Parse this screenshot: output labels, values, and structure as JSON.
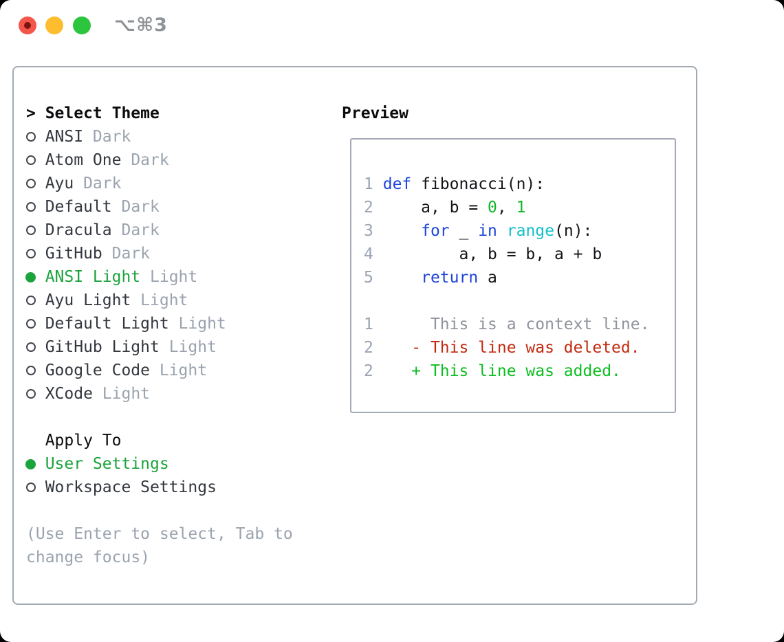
{
  "window": {
    "title": "⌥⌘3",
    "traffic_lights": [
      "close",
      "minimize",
      "zoom"
    ]
  },
  "left_panel": {
    "header_prefix": ">",
    "header": "Select Theme",
    "themes": [
      {
        "name": "ANSI",
        "tag": "Dark",
        "selected": false
      },
      {
        "name": "Atom One",
        "tag": "Dark",
        "selected": false
      },
      {
        "name": "Ayu",
        "tag": "Dark",
        "selected": false
      },
      {
        "name": "Default",
        "tag": "Dark",
        "selected": false
      },
      {
        "name": "Dracula",
        "tag": "Dark",
        "selected": false
      },
      {
        "name": "GitHub",
        "tag": "Dark",
        "selected": false
      },
      {
        "name": "ANSI Light",
        "tag": "Light",
        "selected": true
      },
      {
        "name": "Ayu Light",
        "tag": "Light",
        "selected": false
      },
      {
        "name": "Default Light",
        "tag": "Light",
        "selected": false
      },
      {
        "name": "GitHub Light",
        "tag": "Light",
        "selected": false
      },
      {
        "name": "Google Code",
        "tag": "Light",
        "selected": false
      },
      {
        "name": "XCode",
        "tag": "Light",
        "selected": false
      }
    ],
    "apply_to": {
      "header": "Apply To",
      "options": [
        {
          "label": "User Settings",
          "selected": true
        },
        {
          "label": "Workspace Settings",
          "selected": false
        }
      ]
    },
    "hint_lines": [
      "(Use Enter to select, Tab to",
      "change focus)"
    ]
  },
  "preview": {
    "header": "Preview",
    "lines": [
      [
        {
          "t": "1",
          "c": "num"
        },
        {
          "t": " ",
          "c": "fg"
        },
        {
          "t": "def",
          "c": "kw"
        },
        {
          "t": " fibonacci(n):",
          "c": "fg"
        }
      ],
      [
        {
          "t": "2",
          "c": "num"
        },
        {
          "t": "     a, b = ",
          "c": "fg"
        },
        {
          "t": "0",
          "c": "lit"
        },
        {
          "t": ", ",
          "c": "fg"
        },
        {
          "t": "1",
          "c": "lit"
        }
      ],
      [
        {
          "t": "3",
          "c": "num"
        },
        {
          "t": "     ",
          "c": "fg"
        },
        {
          "t": "for",
          "c": "kw"
        },
        {
          "t": " _ ",
          "c": "fg"
        },
        {
          "t": "in",
          "c": "kw"
        },
        {
          "t": " ",
          "c": "fg"
        },
        {
          "t": "range",
          "c": "fn"
        },
        {
          "t": "(n):",
          "c": "fg"
        }
      ],
      [
        {
          "t": "4",
          "c": "num"
        },
        {
          "t": "         a, b = b, a + b",
          "c": "fg"
        }
      ],
      [
        {
          "t": "5",
          "c": "num"
        },
        {
          "t": "     ",
          "c": "fg"
        },
        {
          "t": "return",
          "c": "kw"
        },
        {
          "t": " a",
          "c": "fg"
        }
      ],
      [],
      [
        {
          "t": "1",
          "c": "num"
        },
        {
          "t": "      This is a context line.",
          "c": "ctx"
        }
      ],
      [
        {
          "t": "2",
          "c": "num"
        },
        {
          "t": "    - This line was deleted.",
          "c": "del"
        }
      ],
      [
        {
          "t": "2",
          "c": "num"
        },
        {
          "t": "    + This line was added.",
          "c": "add"
        }
      ]
    ]
  },
  "colors": {
    "backdrop": "#000000",
    "window_bg": "#ffffff",
    "titlebar_text": "#8f9297",
    "traffic_red": "#f5564c",
    "traffic_red_dot": "#7d140d",
    "traffic_yellow": "#fdbd2f",
    "traffic_green": "#2bc63e",
    "border_gray": "#a3aab4",
    "black": "#0b0c0e",
    "item_text": "#33373e",
    "muted": "#9ba3af",
    "accent_green": "#1ba33c",
    "circle_gray": "#42464d",
    "line_number": "#9aa4b3",
    "code_text": "#121418",
    "keyword_blue": "#1c45d8",
    "builtin_cyan": "#13bfca",
    "literal_green": "#0eb526",
    "context_gray": "#8f939b",
    "deleted_red": "#c32a10",
    "added_green": "#0cbe20"
  }
}
